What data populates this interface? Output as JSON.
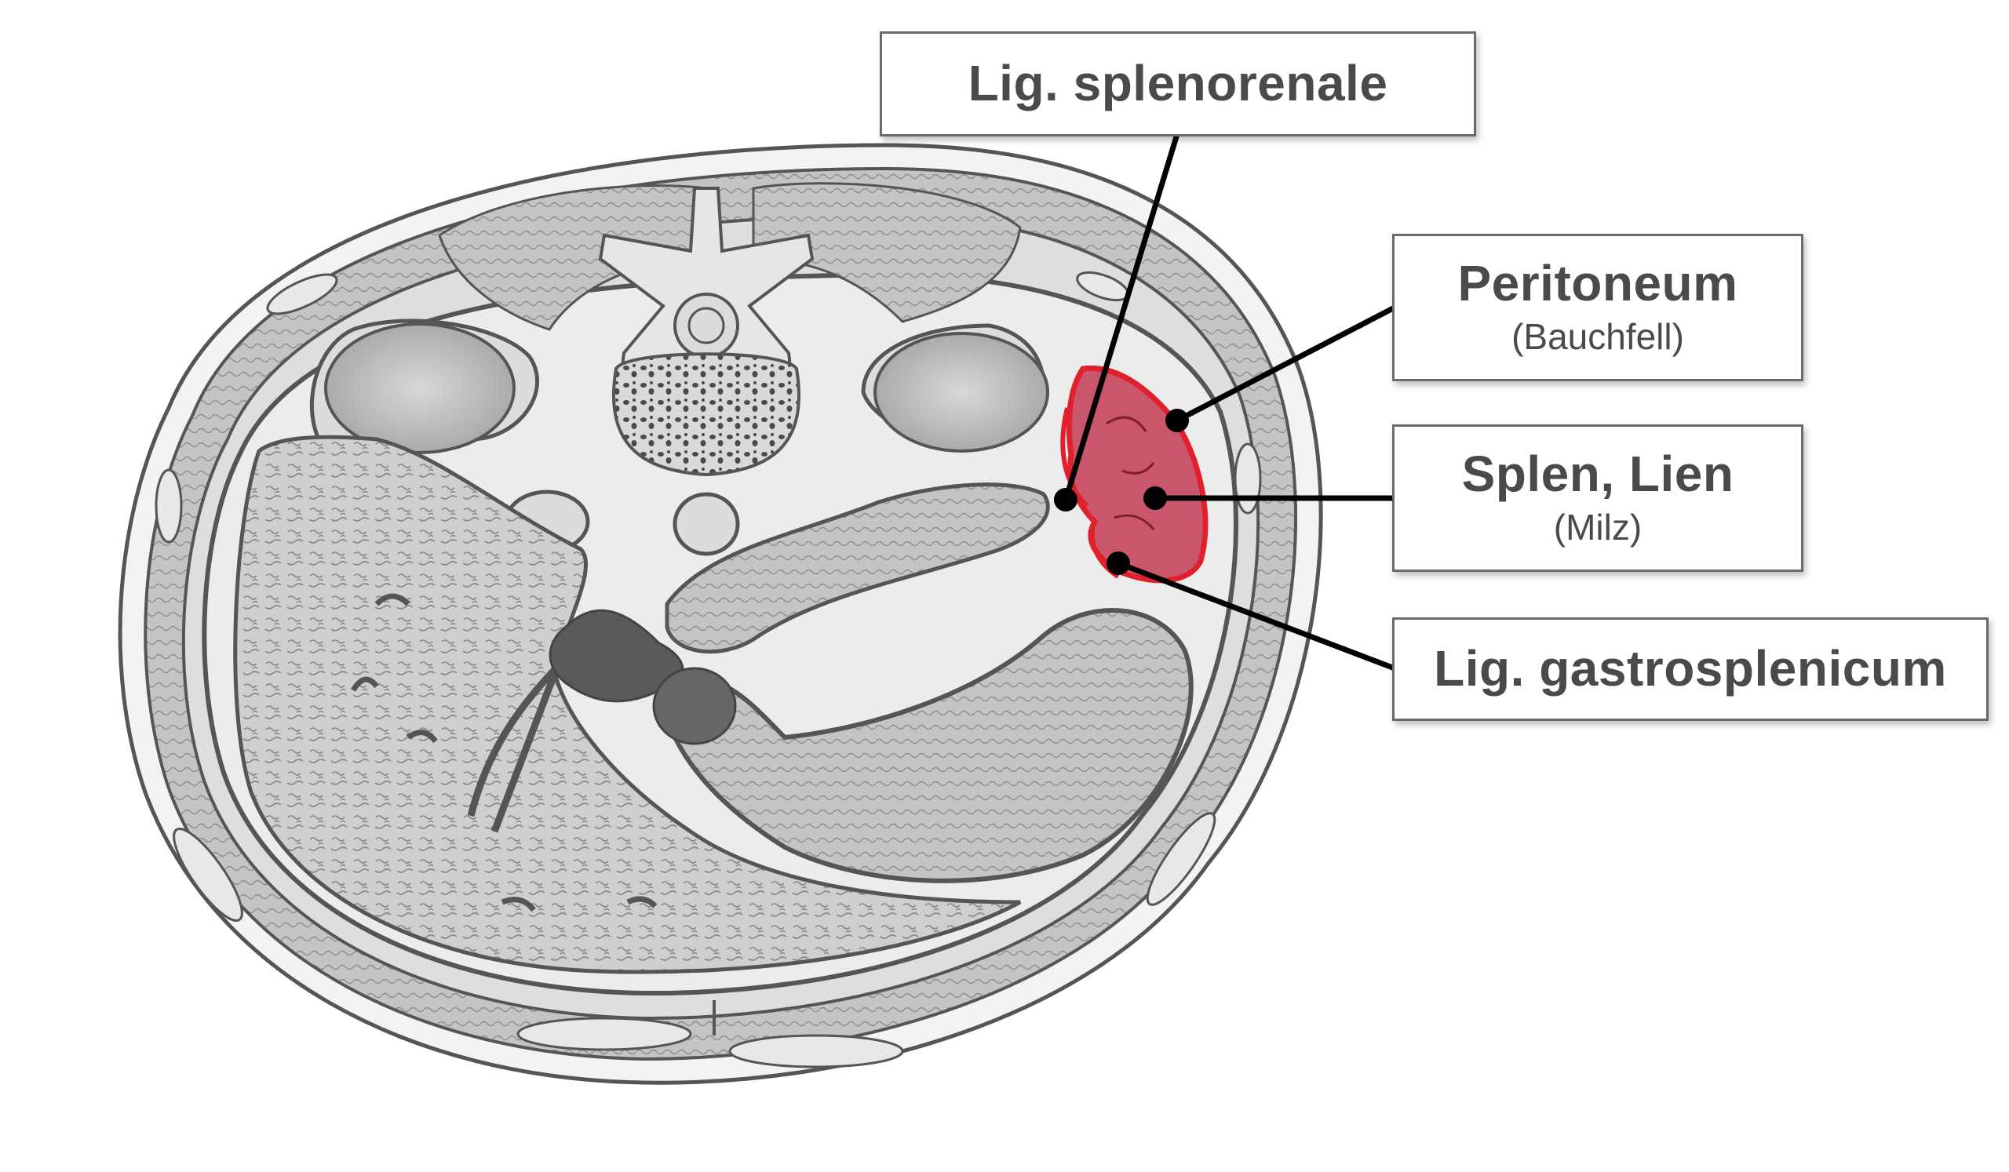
{
  "labels": {
    "splenorenale": {
      "main": "Lig. splenorenale"
    },
    "peritoneum": {
      "main": "Peritoneum",
      "sub": "(Bauchfell)"
    },
    "splen": {
      "main": "Splen, Lien",
      "sub": "(Milz)"
    },
    "gastrosplenicum": {
      "main": "Lig. gastrosplenicum"
    }
  },
  "colors": {
    "spleen_fill": "#c9566b",
    "peritoneum_line": "#e0202c",
    "tissue_gray": "#bdbdbd",
    "dark_gray": "#5a5a5a",
    "leader_line": "#000000"
  }
}
